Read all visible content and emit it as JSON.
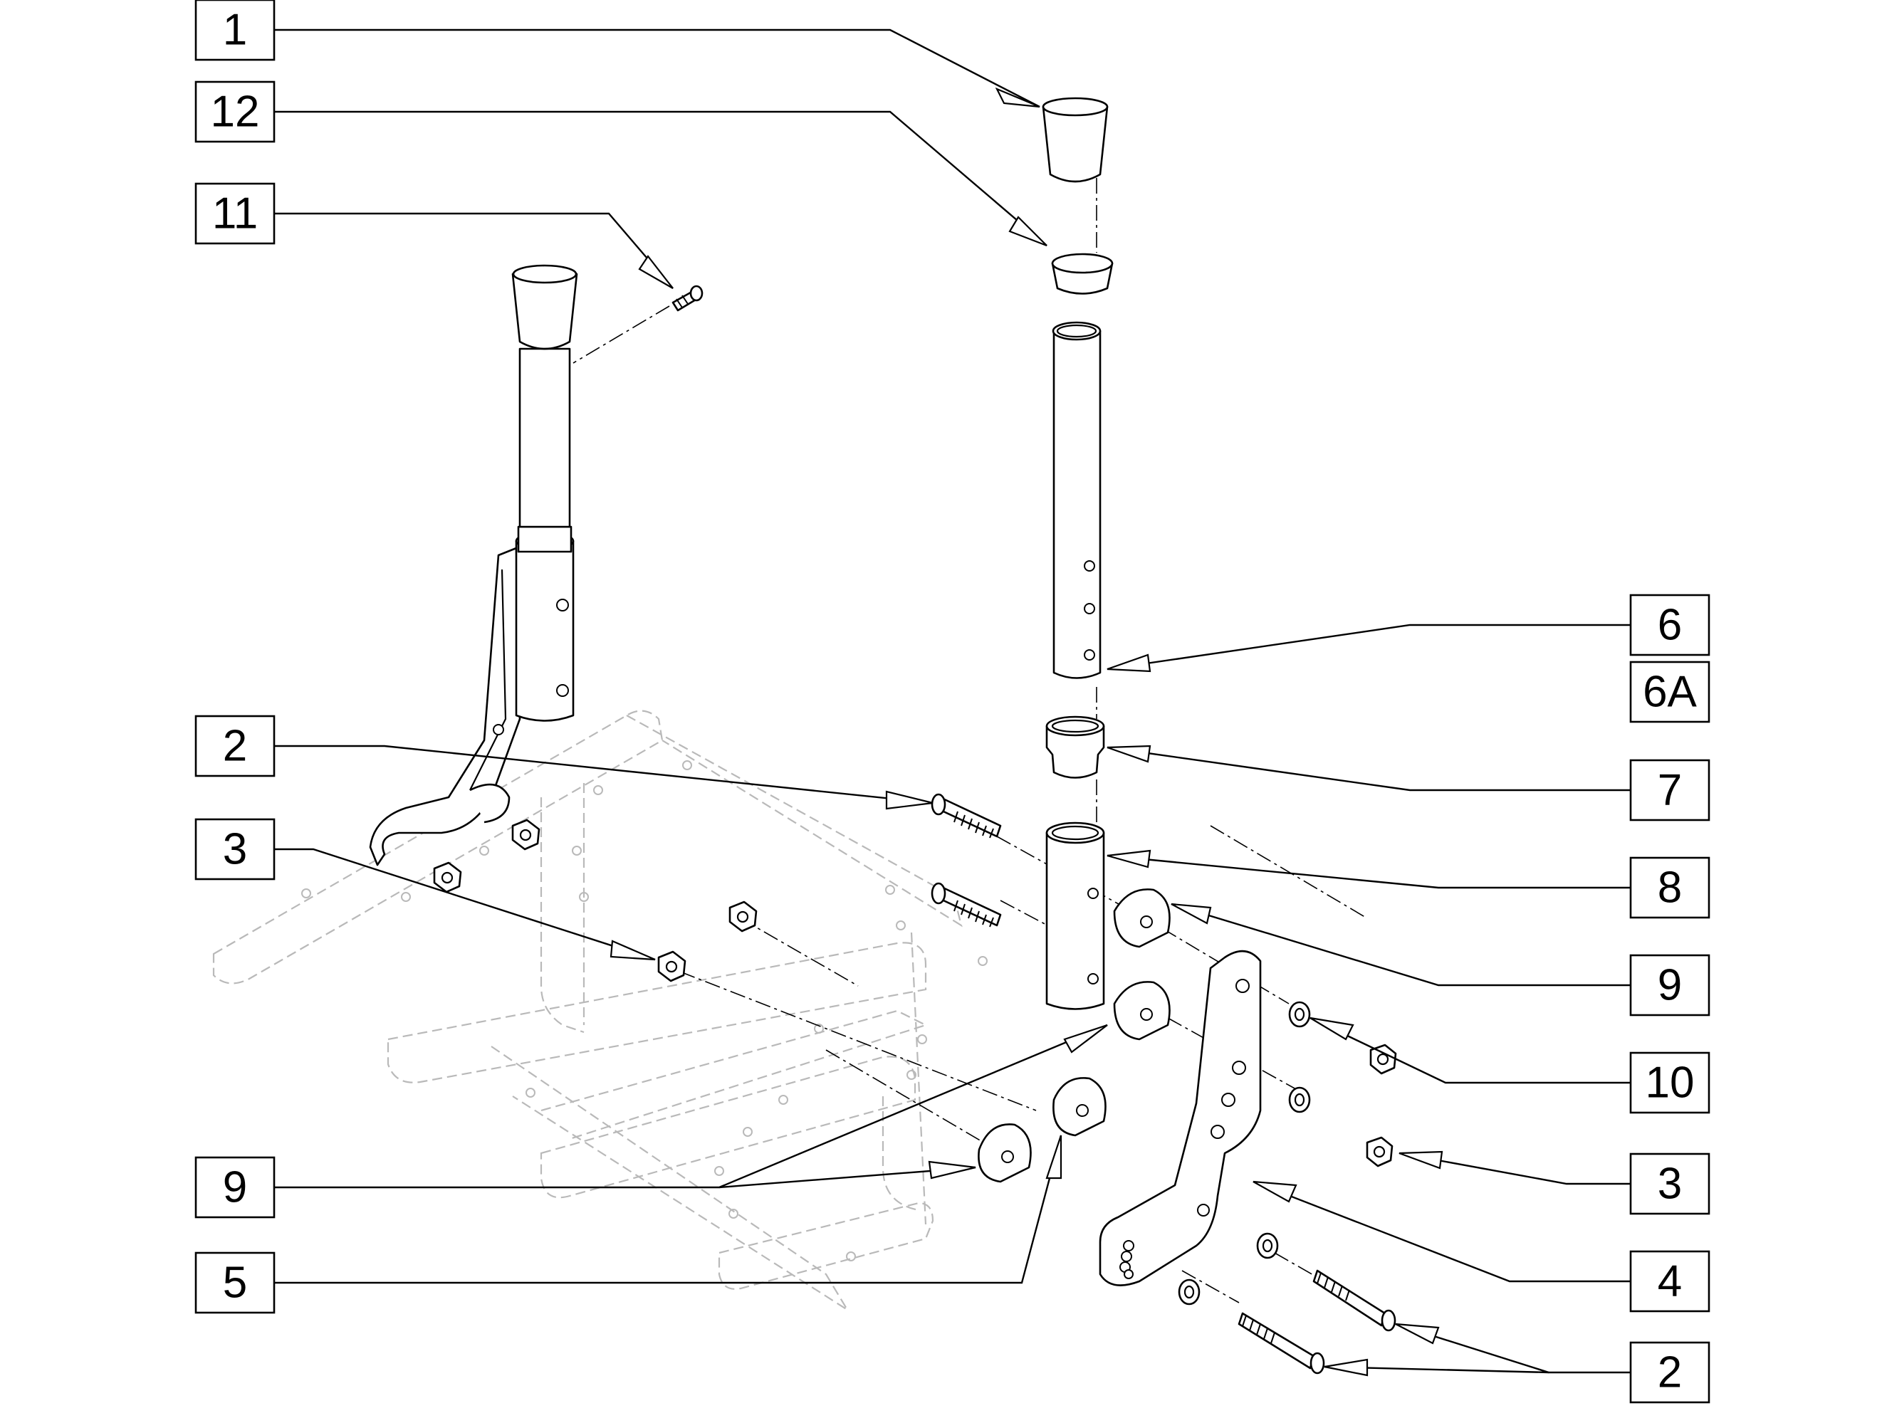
{
  "callouts": [
    {
      "id": "1",
      "label": "1"
    },
    {
      "id": "12",
      "label": "12"
    },
    {
      "id": "11",
      "label": "11"
    },
    {
      "id": "2a",
      "label": "2"
    },
    {
      "id": "3a",
      "label": "3"
    },
    {
      "id": "9a",
      "label": "9"
    },
    {
      "id": "5",
      "label": "5"
    },
    {
      "id": "6",
      "label": "6"
    },
    {
      "id": "6A",
      "label": "6A"
    },
    {
      "id": "7",
      "label": "7"
    },
    {
      "id": "8",
      "label": "8"
    },
    {
      "id": "9b",
      "label": "9"
    },
    {
      "id": "10",
      "label": "10"
    },
    {
      "id": "3b",
      "label": "3"
    },
    {
      "id": "4",
      "label": "4"
    },
    {
      "id": "2b",
      "label": "2"
    }
  ],
  "colors": {
    "line": "#000000",
    "ghost_frame": "#b9b9b9",
    "background": "#ffffff"
  }
}
